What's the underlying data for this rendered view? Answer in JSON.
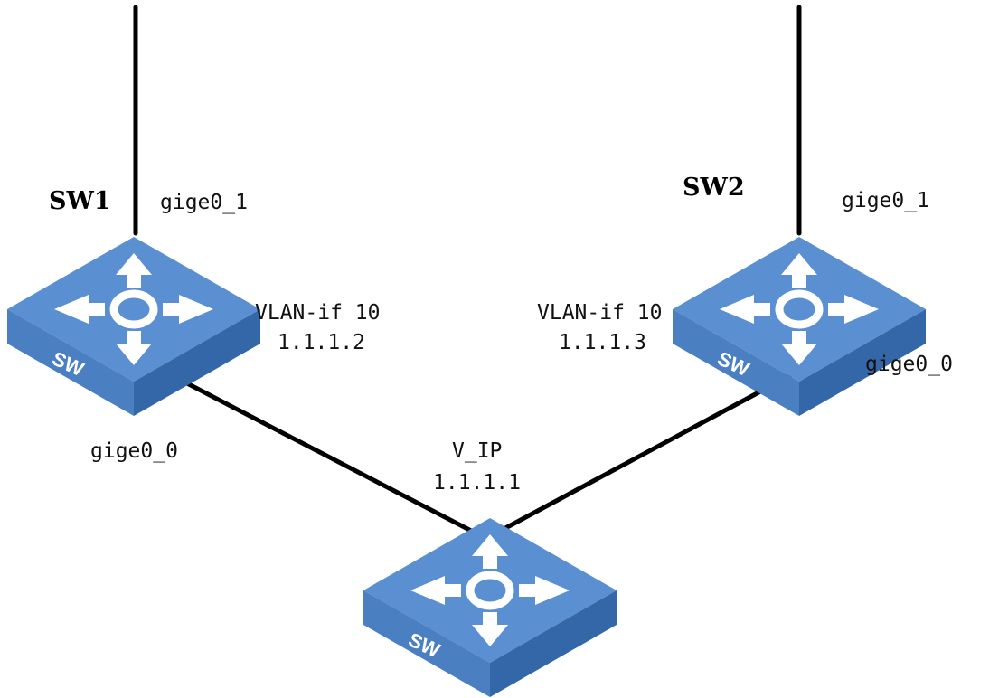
{
  "colors": {
    "switch_top": "#5a8fd1",
    "switch_left": "#4a7fc2",
    "switch_right": "#3467a8",
    "icon": "#ffffff",
    "link": "#000000"
  },
  "switches": {
    "sw1": {
      "name": "SW1",
      "badge": "SW"
    },
    "sw2": {
      "name": "SW2",
      "badge": "SW"
    },
    "core": {
      "badge": "SW"
    }
  },
  "labels": {
    "sw1_up_port": "gige0_1",
    "sw1_down_port": "gige0_0",
    "sw1_vlanif": "VLAN-if 10",
    "sw1_ip": "1.1.1.2",
    "sw2_up_port": "gige0_1",
    "sw2_down_port": "gige0_0",
    "sw2_vlanif": "VLAN-if 10",
    "sw2_ip": "1.1.1.3",
    "vip_name": "V_IP",
    "vip_address": "1.1.1.1"
  }
}
